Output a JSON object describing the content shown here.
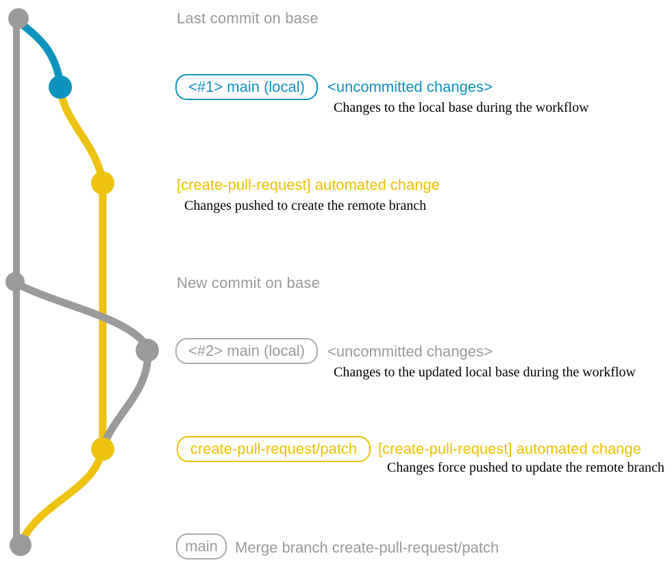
{
  "diagram": {
    "title": "create-pull-request git workflow diagram",
    "colors": {
      "base_branch_gray": "#9a9a9a",
      "local_change_blue": "#0e93be",
      "pull_request_yellow": "#edc211",
      "description_black": "#000000"
    },
    "rows": {
      "row1": {
        "note": "Last commit on base"
      },
      "row2": {
        "branch_badge": "<#1> main (local)",
        "status": "<uncommitted changes>",
        "description": "Changes to the local base during the workflow"
      },
      "row3": {
        "commit_message": "[create-pull-request] automated change",
        "description": "Changes pushed to create the remote branch"
      },
      "row4": {
        "note": "New commit on base"
      },
      "row5": {
        "branch_badge": "<#2> main (local)",
        "status": "<uncommitted changes>",
        "description": "Changes to the updated local base during the workflow"
      },
      "row6": {
        "branch_badge": "create-pull-request/patch",
        "commit_message": "[create-pull-request] automated change",
        "description": "Changes force pushed to update the remote branch"
      },
      "row7": {
        "branch_badge": "main",
        "commit_message": "Merge branch create-pull-request/patch"
      }
    }
  }
}
